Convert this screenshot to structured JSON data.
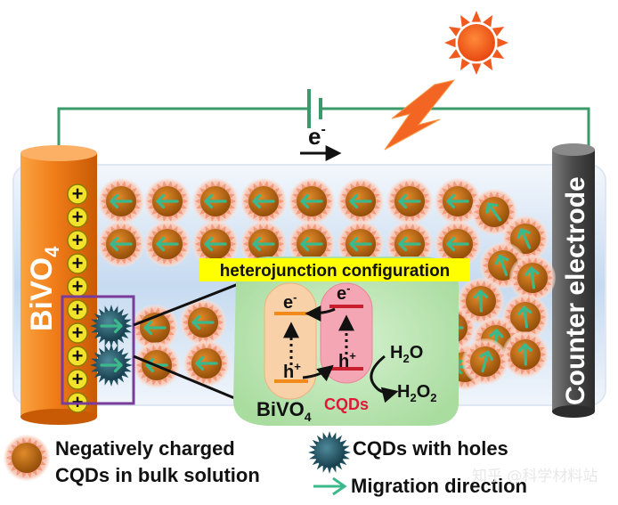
{
  "colors": {
    "bivo4_electrode": "#f07c18",
    "counter_electrode": "#5a5a5a",
    "solution": "#dbe8f6",
    "wire": "#2e8b57",
    "cqd_halo": "#f3a58e",
    "cqd_core": "#b8640c",
    "cqd_hole": "#1f4f5f",
    "arrow_green": "#3cb98c",
    "plus_yellow": "#f3e22a",
    "highlight_yellow": "#ffff00",
    "inset_green": "#bfe8b6",
    "bivo4_band": "#f7c79a",
    "cqd_band": "#f29aaa",
    "sun": "#f05a1e",
    "lightning": "#f26522",
    "frame_purple": "#7a3c9a"
  },
  "electrodes": {
    "left_label": "BiVO",
    "left_label_sub": "4",
    "right_label": "Counter electrode"
  },
  "circuit": {
    "electron_label": "e",
    "electron_sup": "-"
  },
  "surface_charges": {
    "symbol": "+",
    "count": 10
  },
  "inset": {
    "title": "heterojunction configuration",
    "bivo4_label": "BiVO",
    "bivo4_sub": "4",
    "cqds_label": "CQDs",
    "electron_left": "e",
    "electron_left_sup": "-",
    "electron_right": "e",
    "electron_right_sup": "-",
    "hole_left": "h",
    "hole_left_sup": "+",
    "hole_right": "h",
    "hole_right_sup": "+",
    "reactant": "H",
    "reactant_sub": "2",
    "reactant_tail": "O",
    "product": "H",
    "product_sub": "2",
    "product_mid": "O",
    "product_sub2": "2"
  },
  "legend": {
    "negative_cqd_line1": "Negatively charged",
    "negative_cqd_line2": "CQDs in bulk solution",
    "holes_cqd": "CQDs with holes",
    "migration": "Migration direction"
  },
  "watermark": "知乎 @科学材料站"
}
